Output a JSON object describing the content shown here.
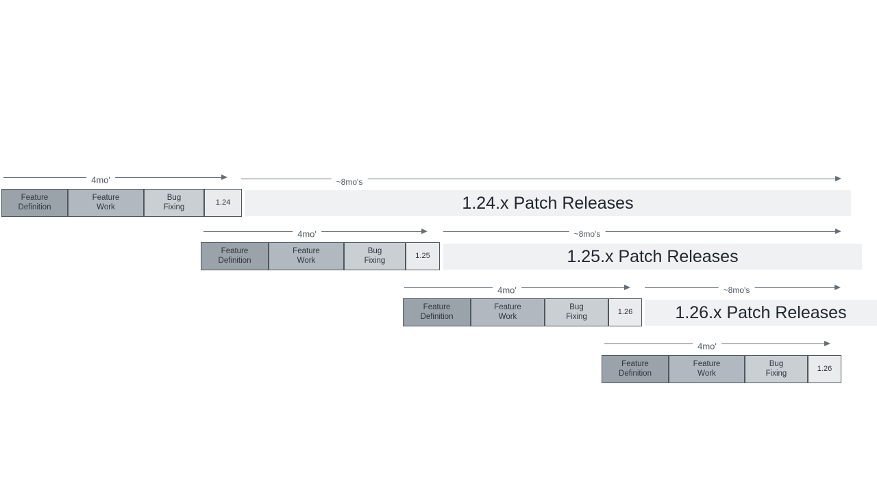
{
  "diagram": {
    "type": "release-cadence-timeline",
    "background": "#ffffff",
    "colors": {
      "feature_definition_fill": "#9aa2aa",
      "feature_work_fill": "#b2b8bf",
      "bug_fixing_fill": "#cacfd4",
      "version_box_fill": "#e9ebed",
      "patch_bar_fill": "#eff1f3",
      "box_border": "#4d5760",
      "arrow": "#656e77",
      "arrow_label_text": "#4d565f",
      "box_text": "#2e353c",
      "patch_bar_text": "#21272e"
    },
    "rows": [
      {
        "version": "1.24",
        "phases": {
          "definition": "Feature\nDefinition",
          "work": "Feature\nWork",
          "bug_fixing": "Bug\nFixing"
        },
        "dev_duration_label": "4mo'",
        "patch_duration_label": "~8mo's",
        "patch_bar_label": "1.24.x Patch Releases"
      },
      {
        "version": "1.25",
        "phases": {
          "definition": "Feature\nDefinition",
          "work": "Feature\nWork",
          "bug_fixing": "Bug\nFixing"
        },
        "dev_duration_label": "4mo'",
        "patch_duration_label": "~8mo's",
        "patch_bar_label": "1.25.x Patch Releases"
      },
      {
        "version": "1.26",
        "phases": {
          "definition": "Feature\nDefinition",
          "work": "Feature\nWork",
          "bug_fixing": "Bug\nFixing"
        },
        "dev_duration_label": "4mo'",
        "patch_duration_label": "~8mo's",
        "patch_bar_label": "1.26.x Patch Releases"
      },
      {
        "version": "1.26",
        "phases": {
          "definition": "Feature\nDefinition",
          "work": "Feature\nWork",
          "bug_fixing": "Bug\nFixing"
        },
        "dev_duration_label": "4mo'"
      }
    ]
  }
}
